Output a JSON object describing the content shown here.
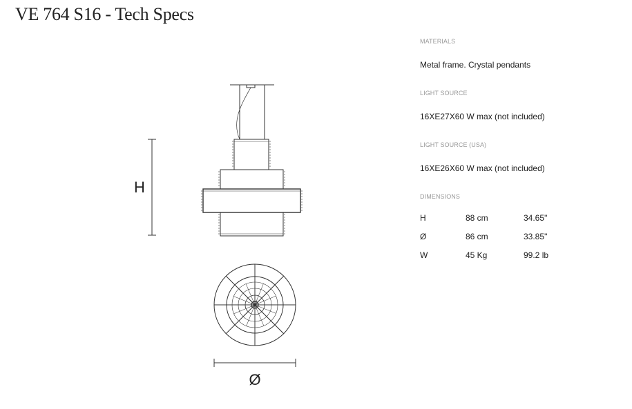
{
  "title": "VE 764 S16 - Tech Specs",
  "drawing": {
    "height_label": "H",
    "diameter_label": "Ø"
  },
  "specs": {
    "materials": {
      "label": "MATERIALS",
      "value": "Metal frame. Crystal pendants"
    },
    "light_source": {
      "label": "LIGHT SOURCE",
      "value": "16XE27X60 W max (not included)"
    },
    "light_source_usa": {
      "label": "LIGHT SOURCE (USA)",
      "value": "16XE26X60 W max (not included)"
    },
    "dimensions": {
      "label": "DIMENSIONS",
      "rows": [
        {
          "key": "H",
          "metric": "88 cm",
          "imperial": "34.65''"
        },
        {
          "key": "Ø",
          "metric": "86 cm",
          "imperial": "33.85''"
        },
        {
          "key": "W",
          "metric": "45 Kg",
          "imperial": "99.2 lb"
        }
      ]
    }
  }
}
